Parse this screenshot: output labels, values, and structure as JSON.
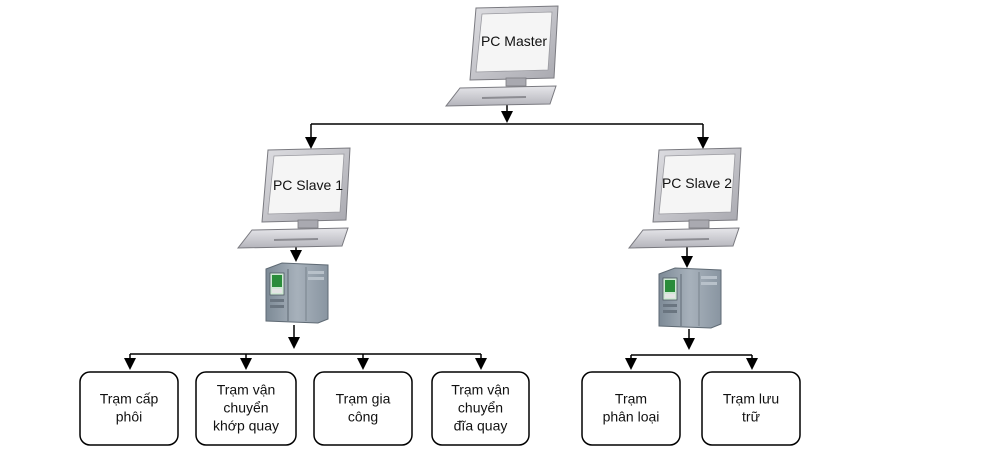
{
  "diagram": {
    "master": {
      "label": "PC Master"
    },
    "slaves": [
      {
        "label": "PC Slave 1"
      },
      {
        "label": "PC Slave 2"
      }
    ],
    "stations_slave1": [
      {
        "lines": [
          "Trạm cấp",
          "phôi"
        ]
      },
      {
        "lines": [
          "Trạm vận",
          "chuyển",
          "khớp quay"
        ]
      },
      {
        "lines": [
          "Trạm gia",
          "công"
        ]
      },
      {
        "lines": [
          "Trạm vận",
          "chuyển",
          "đĩa quay"
        ]
      }
    ],
    "stations_slave2": [
      {
        "lines": [
          "Trạm",
          "phân loại"
        ]
      },
      {
        "lines": [
          "Trạm lưu",
          "trữ"
        ]
      }
    ],
    "colors": {
      "line": "#000000",
      "box_border": "#000000",
      "monitor_frame": "#c8c8cc",
      "monitor_screen": "#f4f4f4",
      "plc_body": "#8e9aa6",
      "plc_screen": "#2a8c3a"
    }
  }
}
